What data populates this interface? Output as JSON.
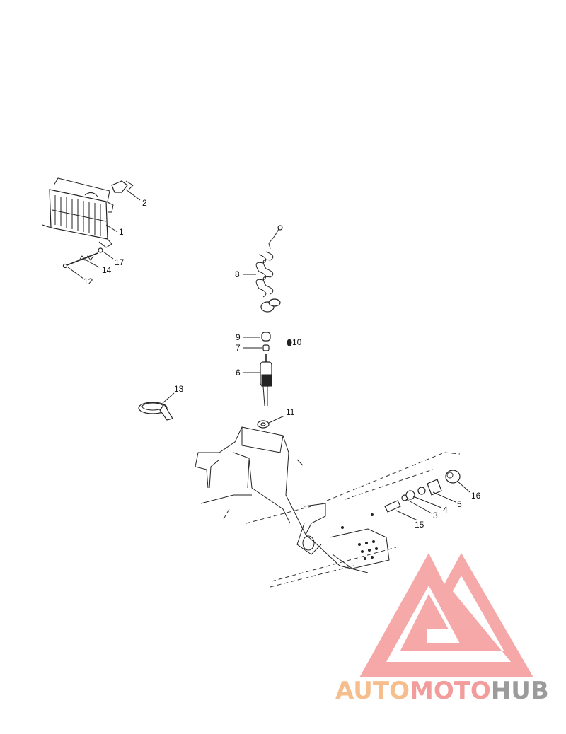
{
  "callouts": {
    "c1": "1",
    "c2": "2",
    "c3": "3",
    "c4": "4",
    "c5": "5",
    "c6": "6",
    "c7": "7",
    "c8": "8",
    "c9": "9",
    "c10": "10",
    "c11": "11",
    "c12": "12",
    "c13": "13",
    "c14": "14",
    "c15": "15",
    "c16": "16",
    "c17": "17"
  },
  "watermark": {
    "part1": "AUTO",
    "part2": "MOTO",
    "part3": "HUB",
    "color1": "#f5b37a",
    "color2": "#f08b8b",
    "color3": "#8a8a8a",
    "triangle_color": "#f59a9a"
  }
}
